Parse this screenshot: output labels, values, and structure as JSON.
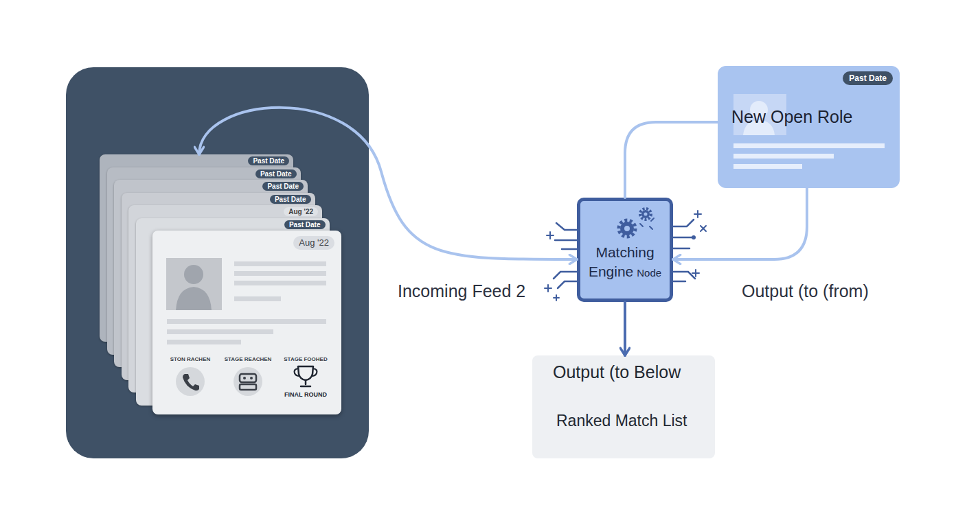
{
  "diagram": {
    "nodes": [
      {
        "text": [
          "Past Date"
        ]
      },
      {
        "text": [
          "Past Date"
        ]
      },
      {
        "text": [
          "Past Date"
        ]
      },
      {
        "text": [
          "Past Date"
        ]
      },
      {
        "text": [
          "Aug '22"
        ]
      },
      {
        "text": [
          "Past Date"
        ]
      },
      {
        "text": [
          "Aug '22",
          "STON RACHEN",
          "STAGE REACHEN",
          "STAGE FOOHED",
          "FINAL ROUND"
        ]
      },
      {
        "text": [
          "Matching Engine",
          "Node"
        ]
      },
      {
        "text": [
          "Past Date",
          "New Open Role"
        ]
      },
      {
        "text": [
          "Output (to Below",
          "Ranked Match List"
        ]
      }
    ],
    "edges": [
      {
        "from": 0,
        "to": 7,
        "arrow": "both",
        "label": "Incoming Feed 2"
      },
      {
        "from": 8,
        "to": 7,
        "arrow": "none"
      },
      {
        "from": 8,
        "to": 7,
        "arrow": "to",
        "label": "Output (to (from)"
      },
      {
        "from": 7,
        "to": 9,
        "arrow": "to"
      }
    ]
  }
}
